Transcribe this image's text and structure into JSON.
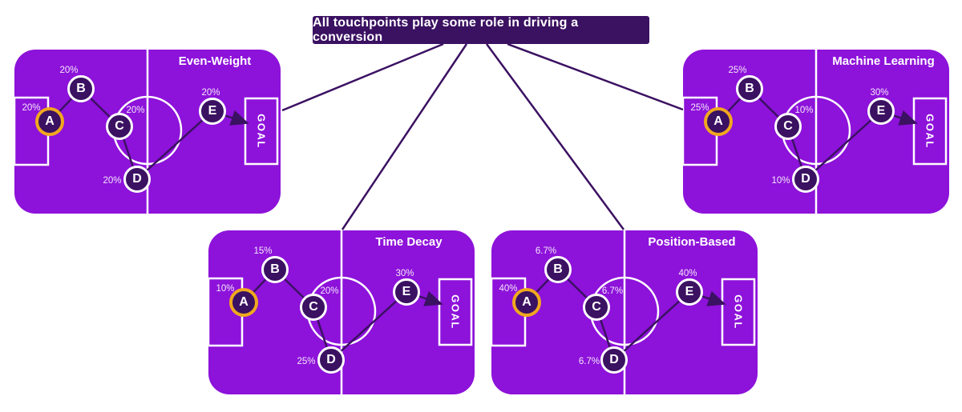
{
  "banner": {
    "text": "All touchpoints play some role in driving a conversion"
  },
  "goal_label": "GOAL",
  "colors": {
    "field_purple": "#8D12DA",
    "dark_purple": "#3B1162",
    "gold_ring": "#F0A81F",
    "pitch_lines": "#FFFFFF"
  },
  "models": [
    {
      "title": "Even-Weight",
      "touchpoints": [
        {
          "label": "A",
          "pct": "20%"
        },
        {
          "label": "B",
          "pct": "20%"
        },
        {
          "label": "C",
          "pct": "20%"
        },
        {
          "label": "D",
          "pct": "20%"
        },
        {
          "label": "E",
          "pct": "20%"
        }
      ]
    },
    {
      "title": "Machine Learning",
      "touchpoints": [
        {
          "label": "A",
          "pct": "25%"
        },
        {
          "label": "B",
          "pct": "25%"
        },
        {
          "label": "C",
          "pct": "10%"
        },
        {
          "label": "D",
          "pct": "10%"
        },
        {
          "label": "E",
          "pct": "30%"
        }
      ]
    },
    {
      "title": "Time Decay",
      "touchpoints": [
        {
          "label": "A",
          "pct": "10%"
        },
        {
          "label": "B",
          "pct": "15%"
        },
        {
          "label": "C",
          "pct": "20%"
        },
        {
          "label": "D",
          "pct": "25%"
        },
        {
          "label": "E",
          "pct": "30%"
        }
      ]
    },
    {
      "title": "Position-Based",
      "touchpoints": [
        {
          "label": "A",
          "pct": "40%"
        },
        {
          "label": "B",
          "pct": "6.7%"
        },
        {
          "label": "C",
          "pct": "6.7%"
        },
        {
          "label": "D",
          "pct": "6.7%"
        },
        {
          "label": "E",
          "pct": "40%"
        }
      ]
    }
  ]
}
